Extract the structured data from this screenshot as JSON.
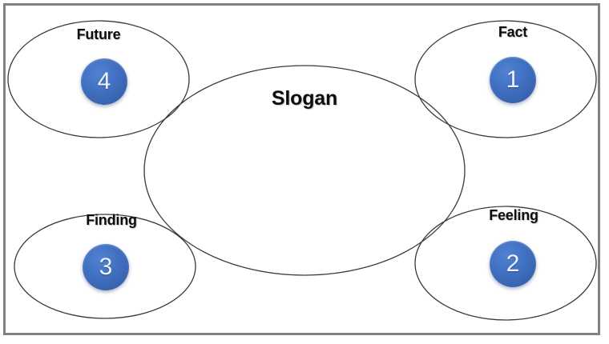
{
  "diagram": {
    "title_text": "Slogan",
    "frame": {
      "border_color": "#808080",
      "background_color": "#ffffff"
    },
    "palette": {
      "badge_blue": "#4272c4",
      "badge_blue_dark": "#33589b",
      "badge_text": "#eef3fb",
      "label_text": "#0d0d0d",
      "ellipse_stroke": "#3a3a3a"
    },
    "center": {
      "label": "Slogan",
      "shape": "ellipse"
    },
    "nodes": [
      {
        "id": "fact",
        "label": "Fact",
        "number": "1",
        "position": "top-right",
        "shape": "ellipse"
      },
      {
        "id": "feeling",
        "label": "Feeling",
        "number": "2",
        "position": "bottom-right",
        "shape": "ellipse"
      },
      {
        "id": "finding",
        "label": "Finding",
        "number": "3",
        "position": "bottom-left",
        "shape": "ellipse"
      },
      {
        "id": "future",
        "label": "Future",
        "number": "4",
        "position": "top-left",
        "shape": "ellipse"
      }
    ]
  }
}
